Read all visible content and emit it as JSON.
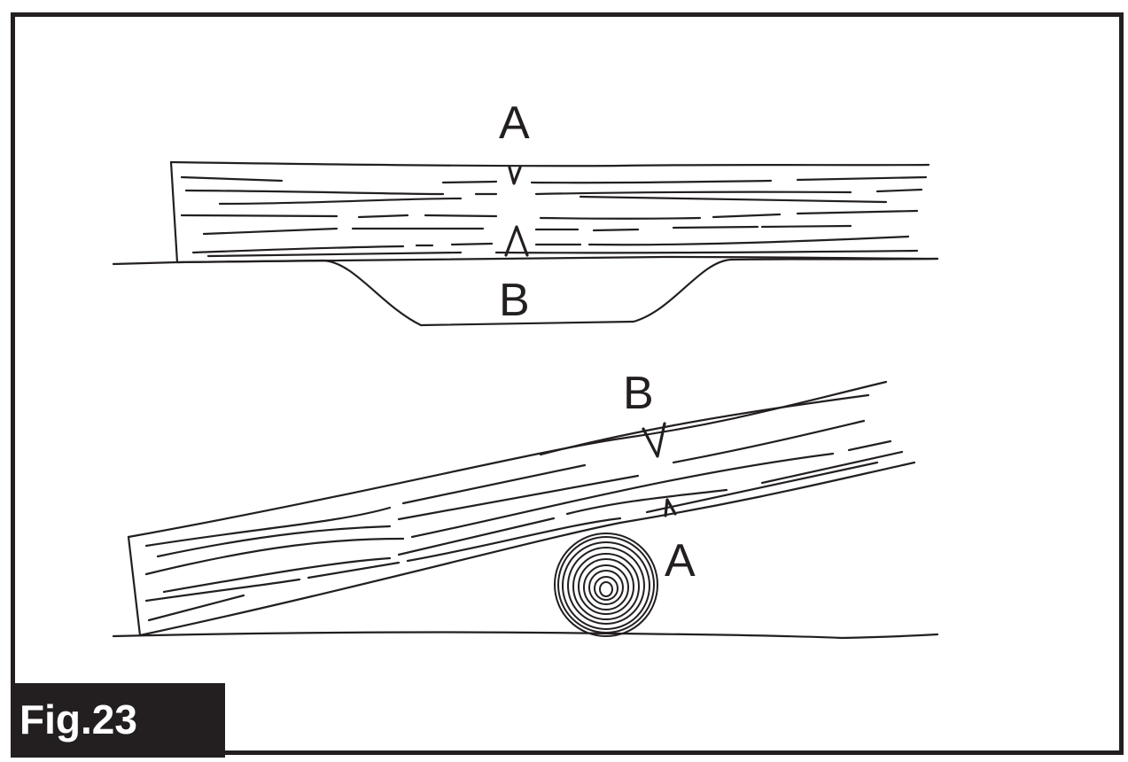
{
  "figure": {
    "label": "Fig.23",
    "colors": {
      "ink": "#231f20",
      "paper": "#ffffff"
    }
  },
  "top_scene": {
    "label_top": "A",
    "label_bottom": "B"
  },
  "bottom_scene": {
    "label_top": "B",
    "label_bottom": "A"
  }
}
